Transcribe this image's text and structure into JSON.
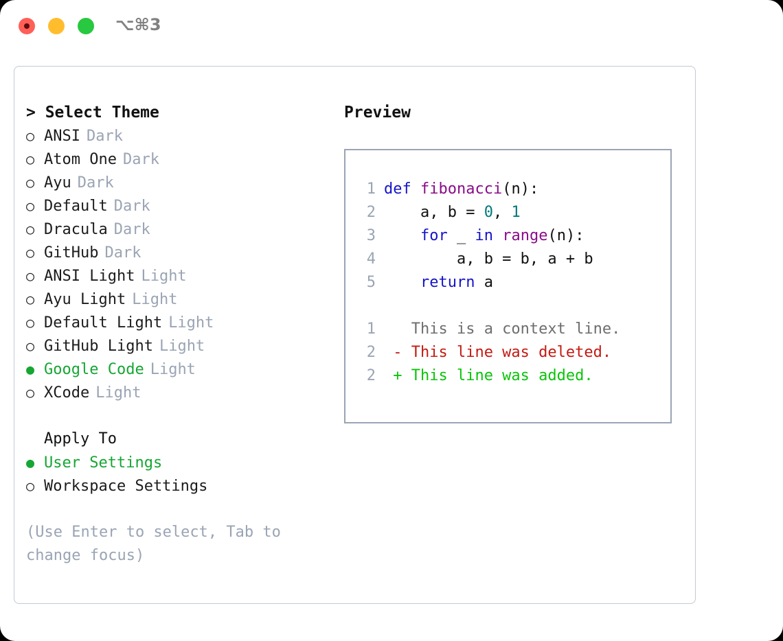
{
  "titlebar": {
    "lights": [
      {
        "name": "close",
        "color": "#ff5f57"
      },
      {
        "name": "minimize",
        "color": "#ffbd2e"
      },
      {
        "name": "maximize",
        "color": "#28c840"
      }
    ],
    "shortcut": "⌥⌘3"
  },
  "left": {
    "heading": "> Select Theme",
    "themes": [
      {
        "marker": "○",
        "name": "ANSI",
        "category": "Dark",
        "selected": false
      },
      {
        "marker": "○",
        "name": "Atom One",
        "category": "Dark",
        "selected": false
      },
      {
        "marker": "○",
        "name": "Ayu",
        "category": "Dark",
        "selected": false
      },
      {
        "marker": "○",
        "name": "Default",
        "category": "Dark",
        "selected": false
      },
      {
        "marker": "○",
        "name": "Dracula",
        "category": "Dark",
        "selected": false
      },
      {
        "marker": "○",
        "name": "GitHub",
        "category": "Dark",
        "selected": false
      },
      {
        "marker": "○",
        "name": "ANSI Light",
        "category": "Light",
        "selected": false
      },
      {
        "marker": "○",
        "name": "Ayu Light",
        "category": "Light",
        "selected": false
      },
      {
        "marker": "○",
        "name": "Default Light",
        "category": "Light",
        "selected": false
      },
      {
        "marker": "○",
        "name": "GitHub Light",
        "category": "Light",
        "selected": false
      },
      {
        "marker": "●",
        "name": "Google Code",
        "category": "Light",
        "selected": true
      },
      {
        "marker": "○",
        "name": "XCode",
        "category": "Light",
        "selected": false
      }
    ],
    "apply_heading": "Apply To",
    "apply_options": [
      {
        "marker": "●",
        "name": "User Settings",
        "selected": true
      },
      {
        "marker": "○",
        "name": "Workspace Settings",
        "selected": false
      }
    ],
    "hint": "(Use Enter to select, Tab to change focus)"
  },
  "right": {
    "heading": "Preview",
    "code_lines": [
      {
        "ln": "1",
        "tokens": [
          {
            "t": "def",
            "c": "kw"
          },
          {
            "t": " ",
            "c": "pl"
          },
          {
            "t": "fibonacci",
            "c": "fn"
          },
          {
            "t": "(n):",
            "c": "pl"
          }
        ]
      },
      {
        "ln": "2",
        "tokens": [
          {
            "t": "    a, b = ",
            "c": "pl"
          },
          {
            "t": "0",
            "c": "num"
          },
          {
            "t": ", ",
            "c": "pl"
          },
          {
            "t": "1",
            "c": "num"
          }
        ]
      },
      {
        "ln": "3",
        "tokens": [
          {
            "t": "    ",
            "c": "pl"
          },
          {
            "t": "for",
            "c": "kw"
          },
          {
            "t": " _ ",
            "c": "pl"
          },
          {
            "t": "in",
            "c": "kw"
          },
          {
            "t": " ",
            "c": "pl"
          },
          {
            "t": "range",
            "c": "fn"
          },
          {
            "t": "(n):",
            "c": "pl"
          }
        ]
      },
      {
        "ln": "4",
        "tokens": [
          {
            "t": "        a, b = b, a + b",
            "c": "pl"
          }
        ]
      },
      {
        "ln": "5",
        "tokens": [
          {
            "t": "    ",
            "c": "pl"
          },
          {
            "t": "return",
            "c": "kw"
          },
          {
            "t": " a",
            "c": "pl"
          }
        ]
      }
    ],
    "diff_lines": [
      {
        "ln": "1",
        "tokens": [
          {
            "t": "   This is a context line.",
            "c": "ctx"
          }
        ]
      },
      {
        "ln": "2",
        "tokens": [
          {
            "t": " - This line was deleted.",
            "c": "del"
          }
        ]
      },
      {
        "ln": "2",
        "tokens": [
          {
            "t": " + This line was added.",
            "c": "add"
          }
        ]
      }
    ]
  },
  "colors": {
    "accent_green": "#16a633",
    "muted": "#9aa4b4",
    "keyword": "#1414c8",
    "function": "#8a0b8a",
    "number": "#00797b",
    "deleted": "#c41a12",
    "added": "#0ac40a",
    "context": "#6e6e6e",
    "panel_border": "#c3c9d4",
    "preview_border": "#9aa4b4"
  }
}
